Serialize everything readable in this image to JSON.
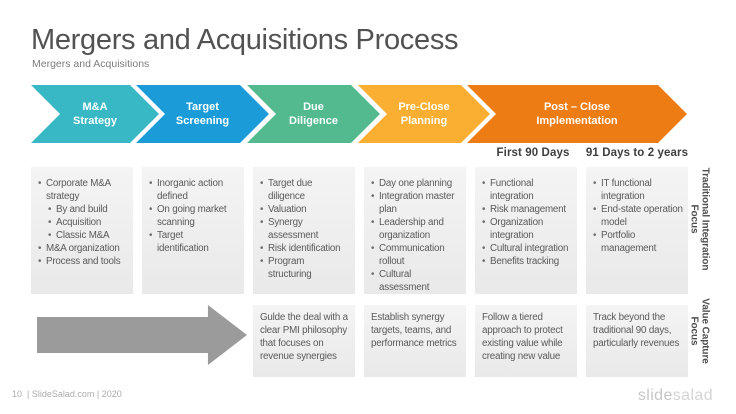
{
  "title": "Mergers and Acquisitions Process",
  "subtitle": "Mergers and Acquisitions",
  "stages": [
    {
      "label": "M&A\nStrategy",
      "color": "#38b8c4"
    },
    {
      "label": "Target\nScreening",
      "color": "#1b9cd8"
    },
    {
      "label": "Due\nDiligence",
      "color": "#53ba90"
    },
    {
      "label": "Pre-Close\nPlanning",
      "color": "#faaf32"
    },
    {
      "label": "Post – Close\nImplementation",
      "color": "#ee7c14"
    }
  ],
  "timeline": {
    "first": "First 90 Days",
    "second": "91 Days to 2 years"
  },
  "columns": [
    {
      "items": [
        {
          "t": "Corporate M&A\nstrategy",
          "lvl": 0
        },
        {
          "t": "By and build",
          "lvl": 1
        },
        {
          "t": "Acquisition",
          "lvl": 1
        },
        {
          "t": "Classic M&A",
          "lvl": 1
        },
        {
          "t": "M&A organization",
          "lvl": 0
        },
        {
          "t": "Process and tools",
          "lvl": 0
        }
      ]
    },
    {
      "items": [
        {
          "t": "Inorganic action\ndefined",
          "lvl": 0
        },
        {
          "t": "On going market\nscanning",
          "lvl": 0
        },
        {
          "t": "Target\nidentification",
          "lvl": 0
        }
      ]
    },
    {
      "items": [
        {
          "t": "Target due\ndiligence",
          "lvl": 0
        },
        {
          "t": "Valuation",
          "lvl": 0
        },
        {
          "t": "Synergy\nassessment",
          "lvl": 0
        },
        {
          "t": "Risk identification",
          "lvl": 0
        },
        {
          "t": "Program\nstructuring",
          "lvl": 0
        }
      ]
    },
    {
      "items": [
        {
          "t": "Day one planning",
          "lvl": 0
        },
        {
          "t": "Integration master\nplan",
          "lvl": 0
        },
        {
          "t": "Leadership and\norganization",
          "lvl": 0
        },
        {
          "t": "Communication\nrollout",
          "lvl": 0
        },
        {
          "t": "Cultural\nassessment",
          "lvl": 0
        }
      ]
    },
    {
      "items": [
        {
          "t": "Functional\nintegration",
          "lvl": 0
        },
        {
          "t": "Risk management",
          "lvl": 0
        },
        {
          "t": "Organization\nintegration",
          "lvl": 0
        },
        {
          "t": "Cultural integration",
          "lvl": 0
        },
        {
          "t": "Benefits tracking",
          "lvl": 0
        }
      ]
    },
    {
      "items": [
        {
          "t": "IT functional\nintegration",
          "lvl": 0
        },
        {
          "t": "End-state operation\nmodel",
          "lvl": 0
        },
        {
          "t": "Portfolio\nmanagement",
          "lvl": 0
        }
      ]
    }
  ],
  "bottom_texts": [
    "Gulde the deal with a\nclear PMI philosophy\nthat focuses on\nrevenue synergies",
    "Establish synergy\ntargets, teams, and\nperformance metrics",
    "Follow a tiered\napproach to protect\nexisting value while\ncreating new value",
    "Track beyond the\ntraditional 90 days,\nparticularly revenues"
  ],
  "side_labels": {
    "top": "Traditional Integration\nFocus",
    "bottom": "Value Capture\nFocus"
  },
  "footer": {
    "page": "10",
    "source": "| SlideSalad.com | 2020",
    "logo_part1": "slide",
    "logo_part2": "salad"
  }
}
